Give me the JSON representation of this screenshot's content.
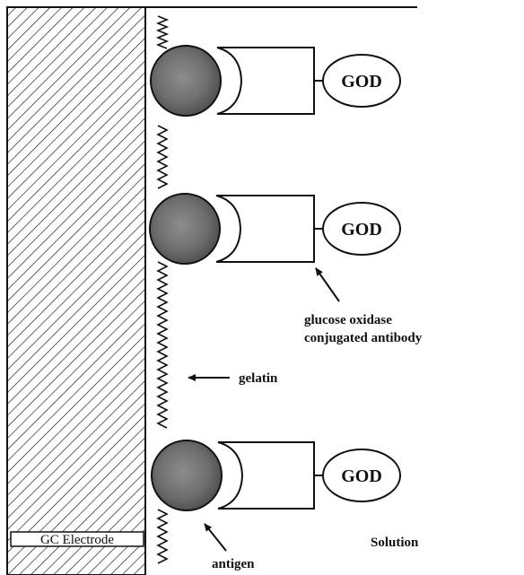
{
  "labels": {
    "electrode": "GC Electrode",
    "solution": "Solution",
    "gelatin": "gelatin",
    "antigen": "antigen",
    "enzyme_line1": "glucose oxidase",
    "enzyme_line2": "conjugated antibody"
  },
  "complexes": [
    {
      "enzyme": "GOD"
    },
    {
      "enzyme": "GOD"
    },
    {
      "enzyme": "GOD"
    }
  ]
}
